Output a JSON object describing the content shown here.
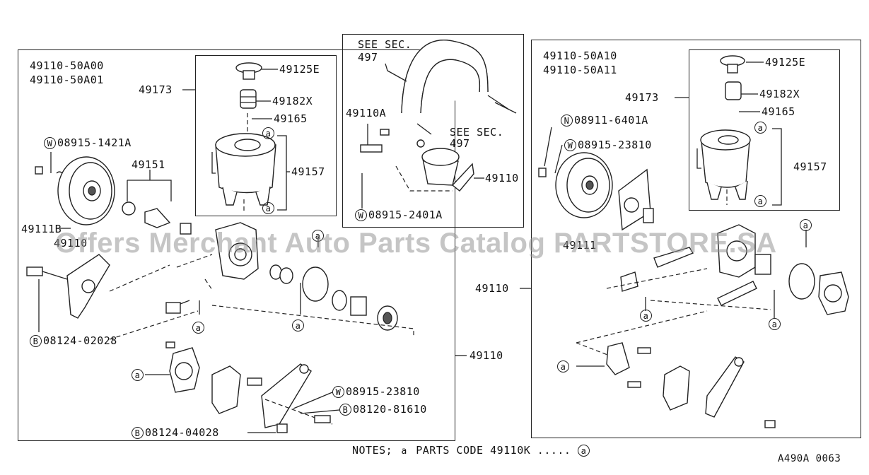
{
  "left_panel": {
    "part_no_a": "49110-50A00",
    "part_no_b": "49110-50A01",
    "reservoir_assy": "49173",
    "cap": "49125E",
    "filter": "49182X",
    "oring": "49165",
    "reservoir": "49157",
    "washer_code": "08915-1421A",
    "pulley_kit": "49151",
    "nut": "49111B",
    "pump_body": "49110",
    "bolt_code_1": "08124-02028",
    "washer_code_2": "08915-23810",
    "bolt_code_2": "08120-81610",
    "bolt_code_3": "08124-04028",
    "assy_label": "49110"
  },
  "middle_panel": {
    "see_sec_1": "SEE SEC.",
    "see_sec_1_no": "497",
    "bolt": "49110A",
    "see_sec_2": "SEE SEC.",
    "see_sec_2_no": "497",
    "pump": "49110",
    "washer_code": "08915-2401A"
  },
  "right_panel": {
    "part_no_a": "49110-50A10",
    "part_no_b": "49110-50A11",
    "reservoir_assy": "49173",
    "cap": "49125E",
    "filter": "49182X",
    "oring": "49165",
    "reservoir": "49157",
    "nut_code": "08911-6401A",
    "washer_code": "08915-23810",
    "pump_body": "49111",
    "assy_label": "49110"
  },
  "markers": {
    "a": "a",
    "W": "W",
    "B": "B",
    "N": "N"
  },
  "notes": {
    "prefix": "NOTES;",
    "text": "PARTS CODE 49110K .....",
    "marker": "a"
  },
  "figure_code": "A490A 0063",
  "watermark": "Offers Merchant Auto Parts Catalog PARTSTORE.SA"
}
